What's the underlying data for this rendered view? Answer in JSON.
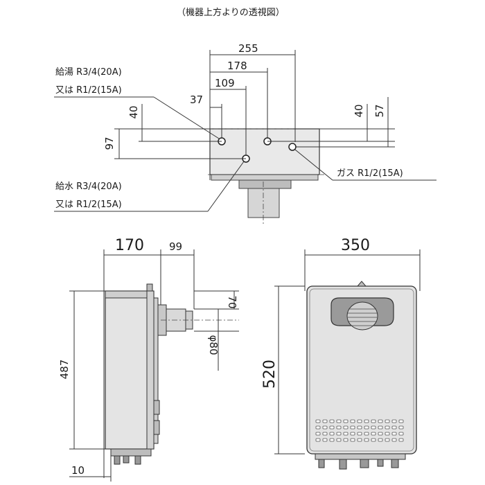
{
  "top_view": {
    "title": "（機器上方よりの透視図）",
    "dims": {
      "d255": "255",
      "d178": "178",
      "d109": "109",
      "d37": "37",
      "d40_left": "40",
      "d97": "97",
      "d40_right": "40",
      "d57": "57"
    },
    "labels": {
      "hot_water_line1": "給湯 R3/4(20A)",
      "hot_water_line2": "又は R1/2(15A)",
      "cold_water_line1": "給水 R3/4(20A)",
      "cold_water_line2": "又は R1/2(15A)",
      "gas": "ガス R1/2(15A)"
    }
  },
  "side_view": {
    "dims": {
      "d170": "170",
      "d99": "99",
      "d70": "70",
      "dphi80": "φ80",
      "d487": "487",
      "d10": "10"
    }
  },
  "front_view": {
    "dims": {
      "d350": "350",
      "d520": "520"
    }
  }
}
